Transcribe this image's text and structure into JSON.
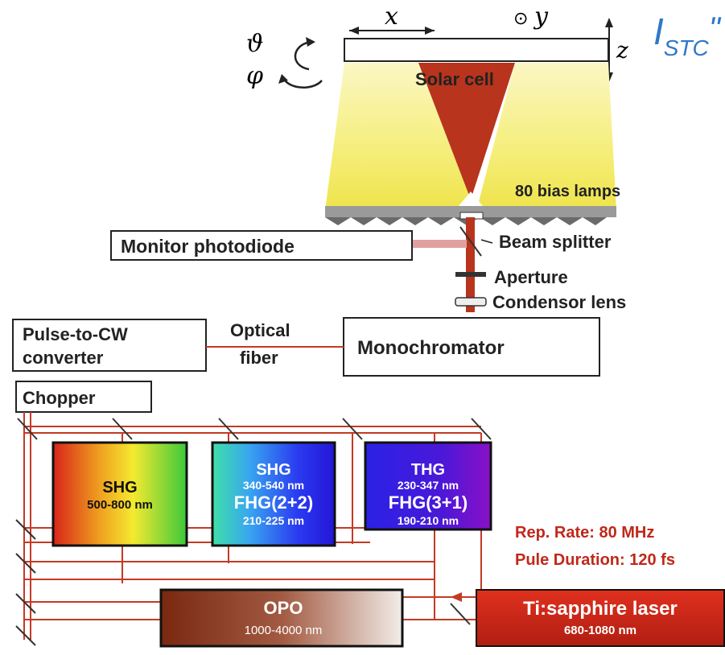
{
  "header": {
    "title_main": "I",
    "title_sub": "STC",
    "title_suffix": "\""
  },
  "axes": {
    "x": "x",
    "y": "y",
    "y_marker": "⊙",
    "z": "z",
    "theta": "ϑ",
    "phi": "φ"
  },
  "labels": {
    "solar_cell": "Solar cell",
    "bias_lamps": "80 bias lamps",
    "monitor_photodiode": "Monitor photodiode",
    "beam_splitter": "Beam splitter",
    "aperture": "Aperture",
    "condensor_lens": "Condensor lens",
    "pulse_cw_line1": "Pulse-to-CW",
    "pulse_cw_line2": "converter",
    "optical_line1": "Optical",
    "optical_line2": "fiber",
    "monochromator": "Monochromator",
    "chopper": "Chopper"
  },
  "modules": {
    "shg1": {
      "title": "SHG",
      "range": "500-800 nm"
    },
    "shg2": {
      "title": "SHG",
      "range1": "340-540 nm",
      "title2": "FHG(2+2)",
      "range2": "210-225 nm"
    },
    "thg": {
      "title": "THG",
      "range1": "230-347 nm",
      "title2": "FHG(3+1)",
      "range2": "190-210 nm"
    },
    "opo": {
      "title": "OPO",
      "range": "1000-4000 nm"
    },
    "laser": {
      "title": "Ti:sapphire laser",
      "range": "680-1080 nm"
    }
  },
  "specs": {
    "rep_rate": "Rep. Rate: 80 MHz",
    "pulse_duration": "Pule Duration: 120 fs"
  },
  "colors": {
    "beam": "#c43a25",
    "lamp_yellow": "#f2ea5a",
    "cone_red": "#b8341d",
    "laser_red": "#c8281a",
    "spec_red": "#c0281a",
    "title_blue": "#2e78c8"
  }
}
